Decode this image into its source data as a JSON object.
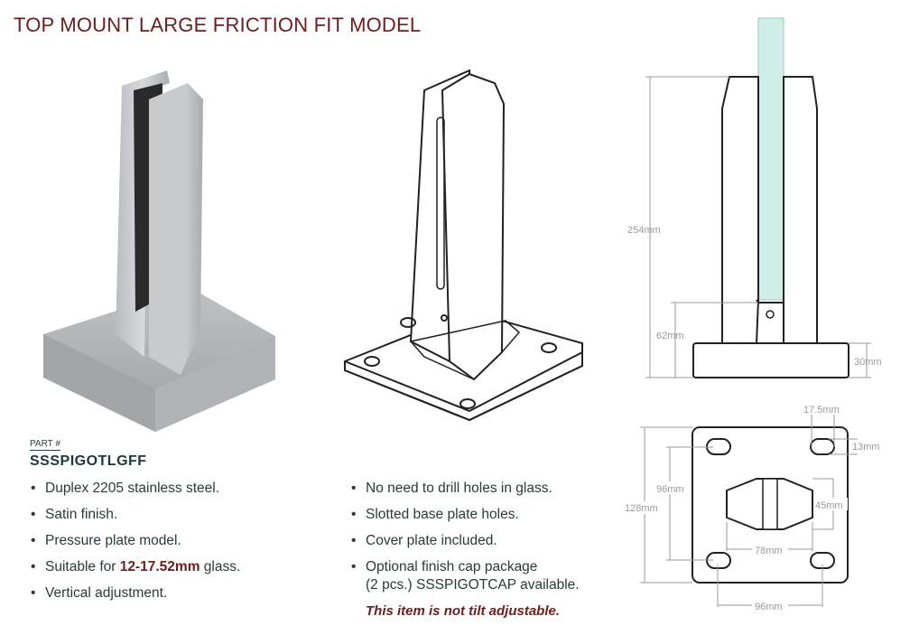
{
  "title": "TOP MOUNT LARGE FRICTION FIT MODEL",
  "part": {
    "label": "PART #",
    "number": "SSSPIGOTLGFF"
  },
  "features_left": [
    {
      "text": "Duplex 2205 stainless steel."
    },
    {
      "text": "Satin finish."
    },
    {
      "text": "Pressure plate model."
    },
    {
      "pre": "Suitable for ",
      "highlight": "12-17.52mm",
      "post": " glass."
    },
    {
      "text": "Vertical adjustment."
    }
  ],
  "features_right": [
    {
      "text": "No need to drill holes in glass."
    },
    {
      "text": "Slotted base plate holes."
    },
    {
      "text": "Cover plate included."
    },
    {
      "line1": "Optional finish cap package",
      "line2": "(2 pcs.) SSSPIGOTCAP available."
    }
  ],
  "note": "This item is not tilt adjustable.",
  "dimensions": {
    "height": "254mm",
    "base_to_hole": "62mm",
    "base_thickness": "30mm",
    "slot_width": "17.5mm",
    "slot_height": "13mm",
    "hole_spacing_v": "96mm",
    "plate": "128mm",
    "post_depth": "45mm",
    "post_width": "78mm",
    "hole_spacing_h": "96mm"
  },
  "colors": {
    "title": "#6e1c1c",
    "part": "#1d3838",
    "glass": "#cfeee8"
  }
}
